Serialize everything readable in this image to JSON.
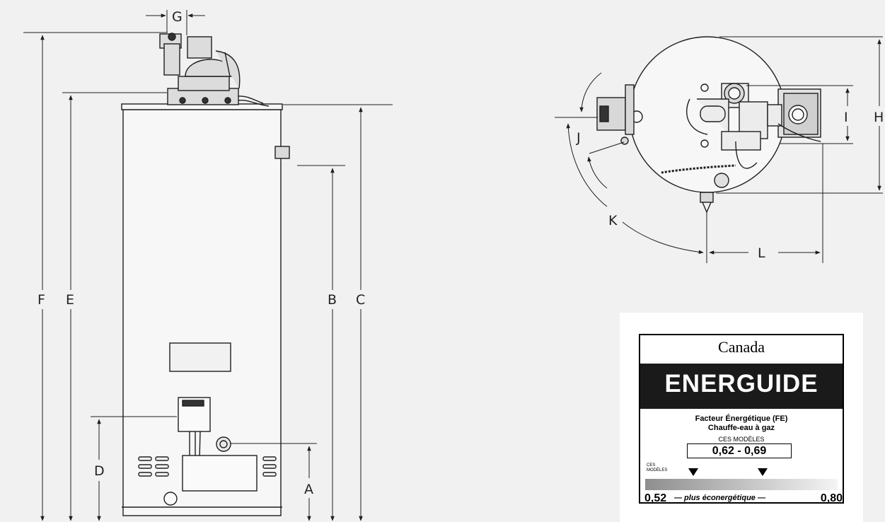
{
  "dimension_labels": {
    "a": "A",
    "b": "B",
    "c": "C",
    "d": "D",
    "e": "E",
    "f": "F",
    "g": "G",
    "h": "H",
    "i": "I",
    "j": "J",
    "k": "K",
    "l": "L"
  },
  "energuide": {
    "country": "Canada",
    "logo_text": "ENERGUIDE",
    "subtitle_line1": "Facteur Énergétique (FE)",
    "subtitle_line2": "Chauffe-eau à gaz",
    "models_caption": "CES MODÈLES",
    "range": "0,62 - 0,69",
    "models_small_caption": "CES MODÈLES",
    "scale_min": "0,52",
    "scale_text": "— plus éconergétique —",
    "scale_max": "0,80"
  },
  "colors": {
    "background": "#f1f1f1",
    "line": "#1e1e1e",
    "label_dark": "#1a1a1a"
  }
}
